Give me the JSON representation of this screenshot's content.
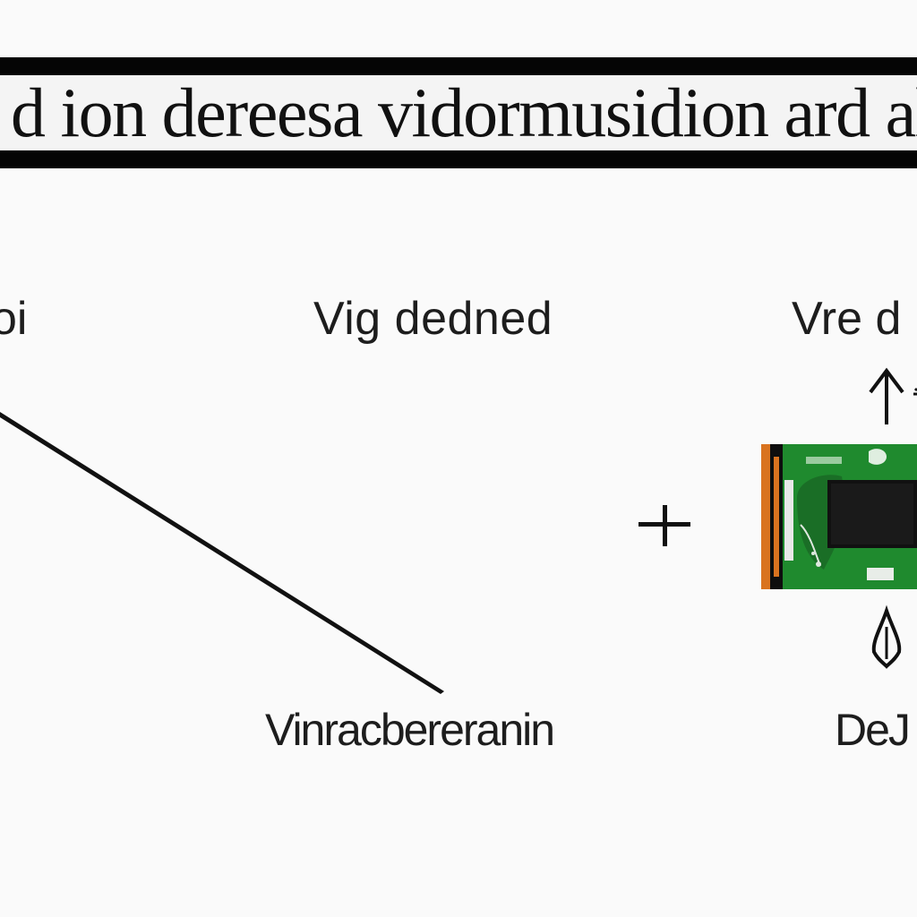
{
  "title": {
    "text": "d ion dereesa vidormusidion ard alin"
  },
  "labels": {
    "left": "oi",
    "middle": "Vig dedned",
    "right": "Vre d",
    "bottom": "Vinracbereranin",
    "bottom_right": "DeJ"
  },
  "icons": {
    "plus": "plus-icon",
    "up_arrow": "up-arrow-icon",
    "down_arrow": "down-arrow-icon",
    "board": "circuit-board-icon"
  },
  "colors": {
    "title_bar": "#050505",
    "title_text_bg": "#f4f4f4",
    "background": "#fafafa",
    "board_green": "#1f8a2e",
    "board_orange": "#d9731f",
    "chip": "#111111",
    "line": "#111111"
  }
}
